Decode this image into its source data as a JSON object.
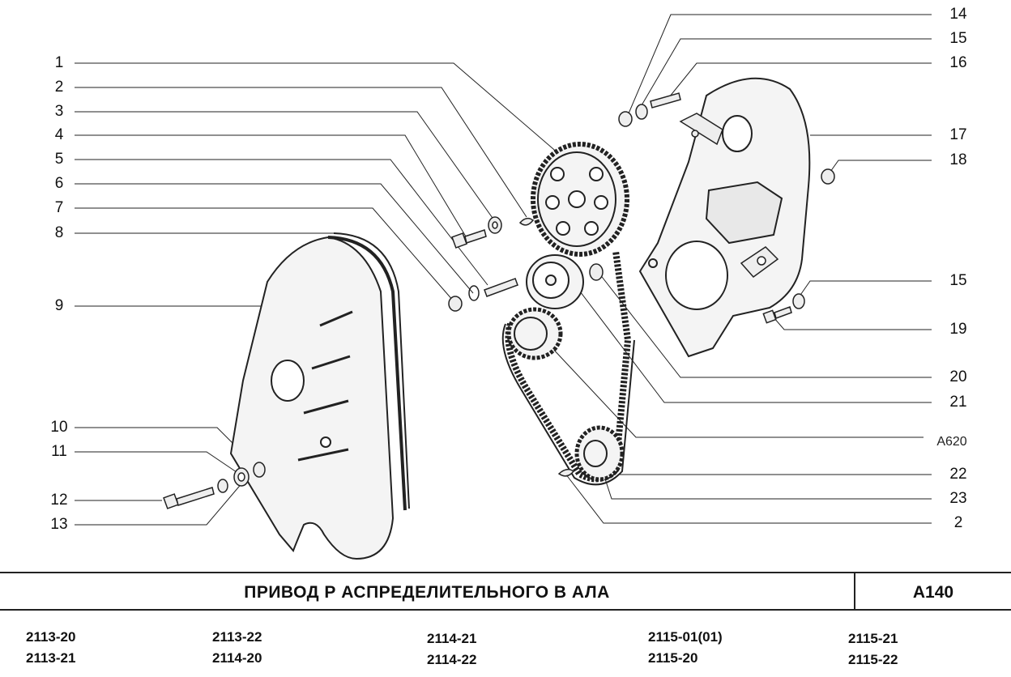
{
  "callouts_left": [
    "1",
    "2",
    "3",
    "4",
    "5",
    "6",
    "7",
    "8",
    "9",
    "10",
    "11",
    "12",
    "13"
  ],
  "callouts_right": [
    "14",
    "15",
    "16",
    "17",
    "18",
    "15",
    "19",
    "20",
    "21",
    "22",
    "23",
    "2"
  ],
  "figure_code": "A620",
  "title": "ПРИВОД   Р АСПРЕДЕЛИТЕЛЬНОГО   В АЛА",
  "sheet_code": "A140",
  "models": [
    [
      "2113-20",
      "2113-21"
    ],
    [
      "2113-22",
      "2114-20"
    ],
    [
      "2114-21",
      "2114-22"
    ],
    [
      "2115-01(01)",
      "2115-20"
    ],
    [
      "2115-21",
      "2115-22"
    ]
  ]
}
